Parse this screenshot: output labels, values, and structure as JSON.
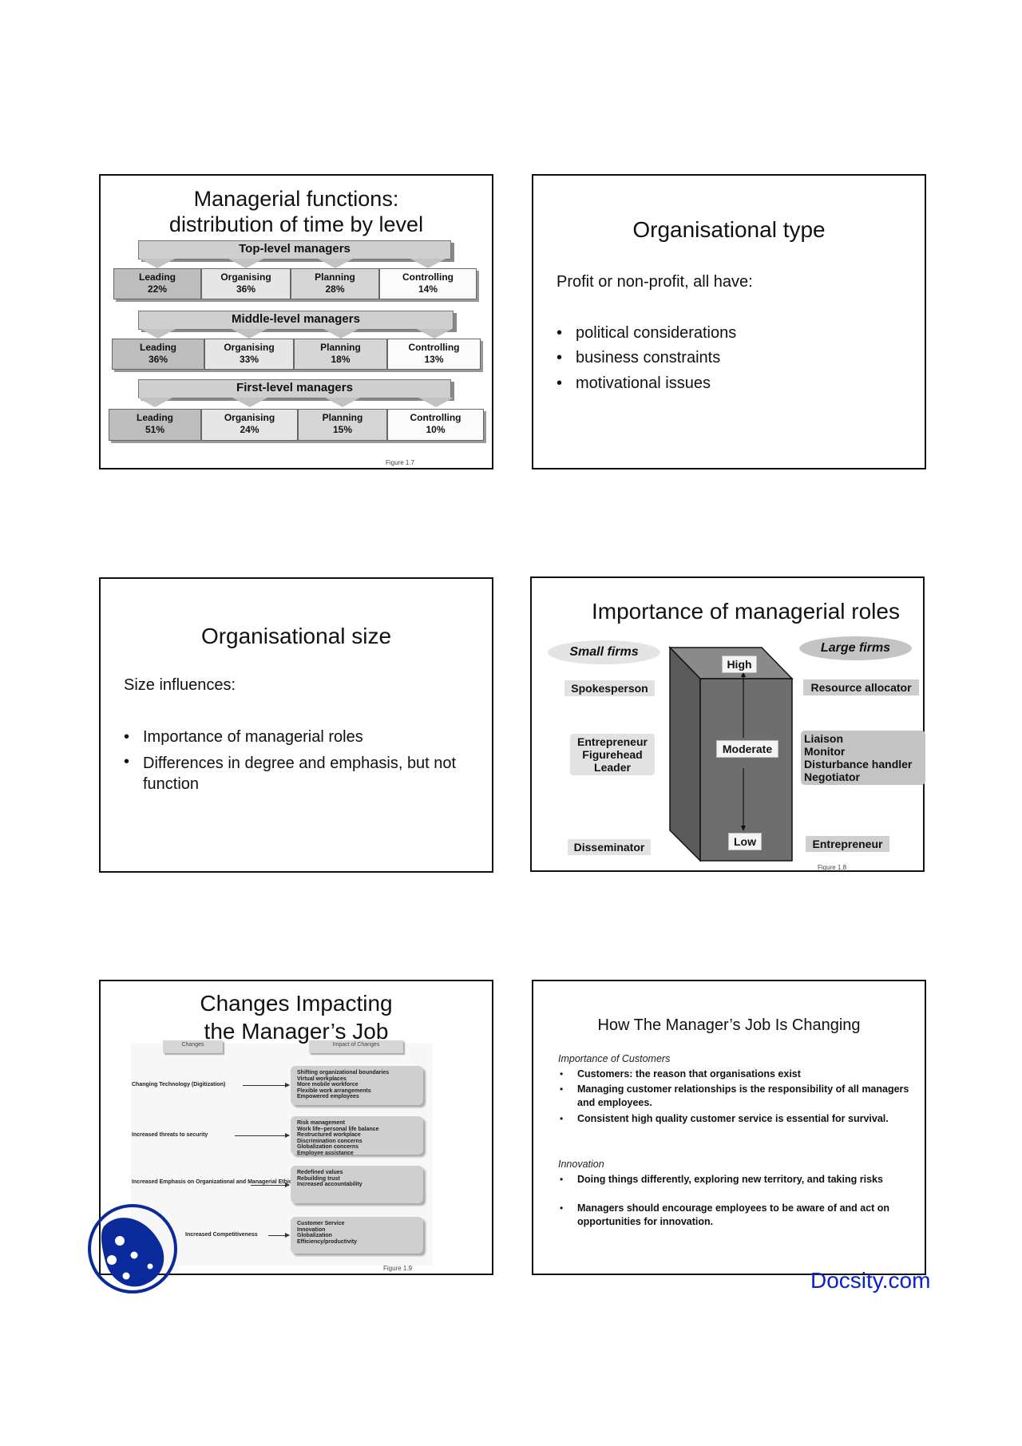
{
  "slide1": {
    "title_line1": "Managerial functions:",
    "title_line2": "distribution of time by level",
    "levels": [
      {
        "label": "Top-level managers",
        "cells": [
          {
            "name": "Leading",
            "pct": "22%"
          },
          {
            "name": "Organising",
            "pct": "36%"
          },
          {
            "name": "Planning",
            "pct": "28%"
          },
          {
            "name": "Controlling",
            "pct": "14%"
          }
        ]
      },
      {
        "label": "Middle-level managers",
        "cells": [
          {
            "name": "Leading",
            "pct": "36%"
          },
          {
            "name": "Organising",
            "pct": "33%"
          },
          {
            "name": "Planning",
            "pct": "18%"
          },
          {
            "name": "Controlling",
            "pct": "13%"
          }
        ]
      },
      {
        "label": "First-level managers",
        "cells": [
          {
            "name": "Leading",
            "pct": "51%"
          },
          {
            "name": "Organising",
            "pct": "24%"
          },
          {
            "name": "Planning",
            "pct": "15%"
          },
          {
            "name": "Controlling",
            "pct": "10%"
          }
        ]
      }
    ],
    "figure": "Figure 1.7"
  },
  "slide2": {
    "title": "Organisational type",
    "intro": "Profit or non-profit, all have:",
    "bullets": [
      "political considerations",
      "business constraints",
      "motivational issues"
    ]
  },
  "slide3": {
    "title": "Organisational size",
    "intro": "Size influences:",
    "bullets": [
      "Importance of managerial roles",
      "Differences in degree and emphasis, but not function"
    ]
  },
  "slide4": {
    "title": "Importance of managerial roles",
    "small_firms": "Small firms",
    "large_firms": "Large firms",
    "levels": {
      "high": "High",
      "moderate": "Moderate",
      "low": "Low"
    },
    "small_roles": {
      "high": "Spokesperson",
      "moderate": [
        "Entrepreneur",
        "Figurehead",
        "Leader"
      ],
      "low": "Disseminator"
    },
    "large_roles": {
      "high": "Resource allocator",
      "moderate": [
        "Liaison",
        "Monitor",
        "Disturbance handler",
        "Negotiator"
      ],
      "low": "Entrepreneur"
    },
    "figure": "Figure 1.8"
  },
  "slide5": {
    "title_line1": "Changes Impacting",
    "title_line2": "the Manager’s Job",
    "header_changes": "Changes",
    "header_impact": "Impact of Changes",
    "rows": [
      {
        "change": "Changing Technology (Digitization)",
        "impacts": [
          "Shifting organizational boundaries",
          "Virtual workplaces",
          "More mobile workforce",
          "Flexible work arrangements",
          "Empowered employees"
        ]
      },
      {
        "change": "Increased threats to security",
        "impacts": [
          "Risk management",
          "Work life–personal life balance",
          "Restructured workplace",
          "Discrimination concerns",
          "Globalization concerns",
          "Employee assistance"
        ]
      },
      {
        "change": "Increased Emphasis on Organizational and Managerial Ethics",
        "impacts": [
          "Redefined values",
          "Rebuilding trust",
          "Increased accountability"
        ]
      },
      {
        "change": "Increased Competitiveness",
        "impacts": [
          "Customer Service",
          "Innovation",
          "Globalization",
          "Efficiency/productivity"
        ]
      }
    ],
    "figure": "Figure 1.9"
  },
  "slide6": {
    "title": "How The Manager’s Job Is Changing",
    "section1": "Importance of Customers",
    "section1_bullets": [
      "Customers: the reason that organisations exist",
      "Managing customer relationships is the responsibility of all managers and employees.",
      "Consistent high quality customer service is essential for survival."
    ],
    "section2": "Innovation",
    "section2_bullets": [
      "Doing things differently, exploring new territory, and taking risks",
      "Managers should encourage employees to be aware of and act on opportunities for innovation."
    ]
  },
  "watermark": {
    "text": "Docsity.com",
    "color": "#0b1fd1",
    "logo": "docsity-logo-icon",
    "logo_color": "#0a2a9c"
  }
}
